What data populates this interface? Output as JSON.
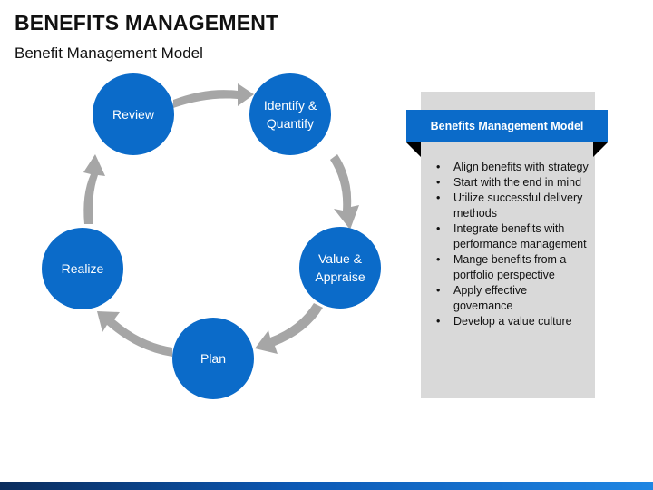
{
  "header": {
    "title": "BENEFITS MANAGEMENT",
    "subtitle": "Benefit Management Model"
  },
  "cycle": {
    "nodes": [
      {
        "id": "review",
        "lines": [
          "Review"
        ]
      },
      {
        "id": "identify",
        "lines": [
          "Identify &",
          "Quantify"
        ]
      },
      {
        "id": "value",
        "lines": [
          "Value &",
          "Appraise"
        ]
      },
      {
        "id": "plan",
        "lines": [
          "Plan"
        ]
      },
      {
        "id": "realize",
        "lines": [
          "Realize"
        ]
      }
    ],
    "stray_label": "Plan",
    "node_color": "#0b6bc9",
    "arrow_color": "#a6a6a6"
  },
  "panel": {
    "heading": "Benefits Management Model",
    "items": [
      "Align benefits with strategy",
      "Start with the end in mind",
      "Utilize successful delivery methods",
      "Integrate benefits with performance management",
      "Mange benefits from a portfolio perspective",
      "Apply effective governance",
      "Develop a value culture"
    ],
    "accent": "#0b6bc9",
    "background": "#d9d9d9"
  }
}
